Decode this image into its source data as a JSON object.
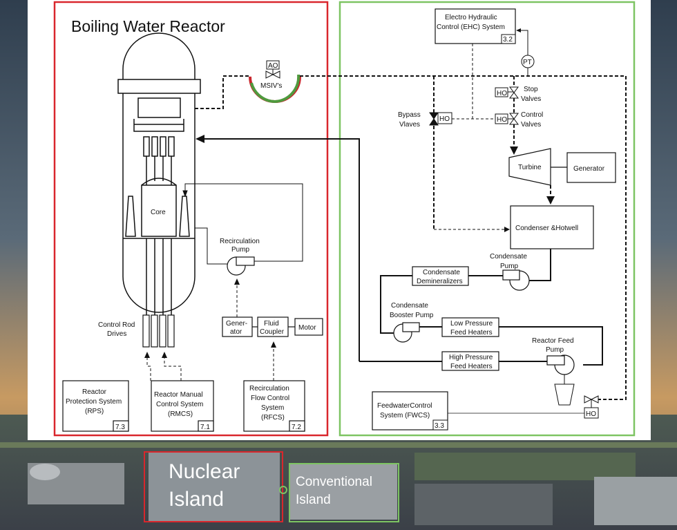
{
  "colors": {
    "nuclear": "#d9262c",
    "conventional": "#7dc462",
    "line": "#111111"
  },
  "title": "Boiling Water Reactor",
  "labels": {
    "ao": "AO",
    "msiv": "MSIV's",
    "ehc_line1": "Electro Hydraulic",
    "ehc_line2": "Control (EHC) System",
    "ehc_num": "3.2",
    "pt": "PT",
    "ho": "HO",
    "stop_valves_1": "Stop",
    "stop_valves_2": "Valves",
    "bypass_1": "Bypass",
    "bypass_2": "Vlaves",
    "control_valves_1": "Control",
    "control_valves_2": "Valves",
    "turbine": "Turbine",
    "generator": "Generator",
    "condenser": "Condenser &Hotwell",
    "condensate_pump_1": "Condensate",
    "condensate_pump_2": "Pump",
    "demin_1": "Condensate",
    "demin_2": "Demineralizers",
    "booster_1": "Condensate",
    "booster_2": "Booster Pump",
    "lp_1": "Low Pressure",
    "lp_2": "Feed Heaters",
    "hp_1": "High Pressure",
    "hp_2": "Feed Heaters",
    "rfp_1": "Reactor Feed",
    "rfp_2": "Pump",
    "fwcs_1": "FeedwaterControl",
    "fwcs_2": "System (FWCS)",
    "fwcs_num": "3.3",
    "core": "Core",
    "recirc_pump_1": "Recirculation",
    "recirc_pump_2": "Pump",
    "crd_1": "Control Rod",
    "crd_2": "Drives",
    "gen_1": "Gener-",
    "gen_2": "ator",
    "fluid_1": "Fluid",
    "fluid_2": "Coupler",
    "motor": "Motor",
    "rps_1": "Reactor",
    "rps_2": "Protection System",
    "rps_3": "(RPS)",
    "rps_num": "7.3",
    "rmcs_1": "Reactor Manual",
    "rmcs_2": "Control System",
    "rmcs_3": "(RMCS)",
    "rmcs_num": "7.1",
    "rfcs_1": "Recirculation",
    "rfcs_2": "Flow Control",
    "rfcs_3": "System",
    "rfcs_4": "(RFCS)",
    "rfcs_num": "7.2"
  },
  "bottom": {
    "nuclear_1": "Nuclear",
    "nuclear_2": "Island",
    "conventional_1": "Conventional",
    "conventional_2": "Island"
  }
}
